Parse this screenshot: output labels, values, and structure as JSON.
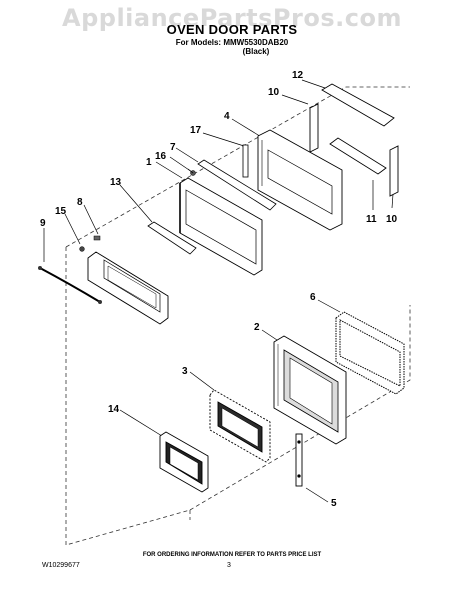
{
  "watermark": "AppliancePartsPros.com",
  "title": "OVEN DOOR PARTS",
  "subtitle": "For Models: MMW5530DAB20",
  "variant": "(Black)",
  "callouts": {
    "c1": "1",
    "c2": "2",
    "c3": "3",
    "c4": "4",
    "c5": "5",
    "c6": "6",
    "c7": "7",
    "c8": "8",
    "c9": "9",
    "c10a": "10",
    "c10b": "10",
    "c11": "11",
    "c12": "12",
    "c13": "13",
    "c14": "14",
    "c15": "15",
    "c16": "16",
    "c17": "17"
  },
  "footer_note": "FOR ORDERING INFORMATION REFER TO PARTS PRICE LIST",
  "doc_number": "W10299677",
  "page_number": "3"
}
